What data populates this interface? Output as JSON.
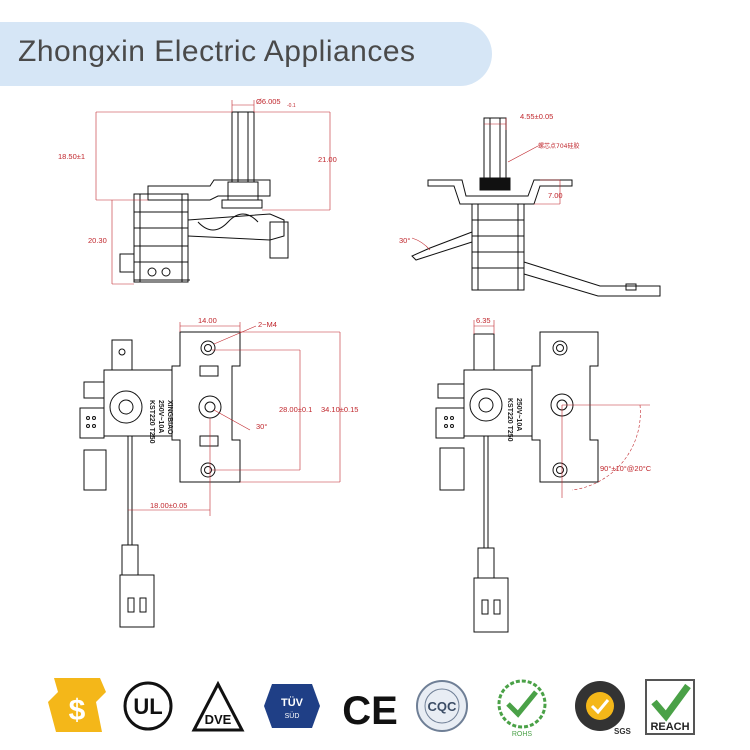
{
  "header": {
    "title": "Zhongxin Electric Appliances"
  },
  "dimensions": {
    "top_left": {
      "pin_diameter": "Ø6.005",
      "pin_diameter_tol": "-0.1",
      "height_a": "18.50±1",
      "height_b": "21.00",
      "height_c": "20.30"
    },
    "top_right": {
      "pin_width": "4.55±0.05",
      "glue_note": "螺芯点704硅胶",
      "bracket_height": "7.00",
      "angle": "30°"
    },
    "bottom_left": {
      "hole_spacing": "14.00",
      "thread": "2−M4",
      "span_a": "28.00±0.1",
      "span_b": "34.10±0.15",
      "angle": "30°",
      "offset": "18.00±0.05"
    },
    "bottom_right": {
      "tab_width": "6.35",
      "rotation": "90°±10°@20°C"
    }
  },
  "part_marking": {
    "line1": "KST220 T250",
    "line2": "250V~10A",
    "brand": "XINGBIAO"
  },
  "certifications": [
    {
      "icon": "sgs-dollar-icon",
      "label": "$"
    },
    {
      "icon": "ul-icon",
      "label": "UL"
    },
    {
      "icon": "vde-icon",
      "label": "DVE"
    },
    {
      "icon": "tuv-sud-icon",
      "label": "TÜV",
      "sub": "SÜD"
    },
    {
      "icon": "ce-icon",
      "label": "CE"
    },
    {
      "icon": "cqc-icon",
      "label": "CQC"
    },
    {
      "icon": "rohs-icon",
      "label": "ROHS"
    },
    {
      "icon": "sgs-certification-icon",
      "label": "SGS"
    },
    {
      "icon": "reach-icon",
      "label": "REACH"
    }
  ],
  "colors": {
    "banner": "#d6e6f6",
    "dimension": "#c0272d",
    "line": "#111111"
  }
}
